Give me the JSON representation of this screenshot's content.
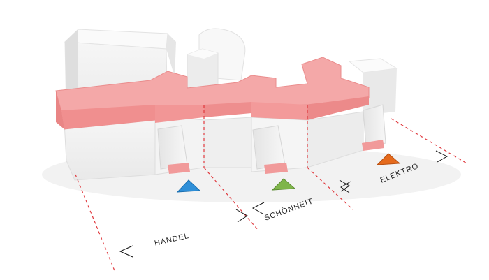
{
  "zones": [
    {
      "id": "handel",
      "label": "HANDEL",
      "marker_color": "#2f8fd8"
    },
    {
      "id": "schoenheit",
      "label": "SCHÖNHEIT",
      "marker_color": "#7fb54a"
    },
    {
      "id": "elektro",
      "label": "ELEKTRO",
      "marker_color": "#e56a1c"
    }
  ],
  "colors": {
    "building": "#f4f4f4",
    "building_shade": "#dcdcdc",
    "roof_highlight": "#f19a9a",
    "divider": "#e0393e"
  }
}
